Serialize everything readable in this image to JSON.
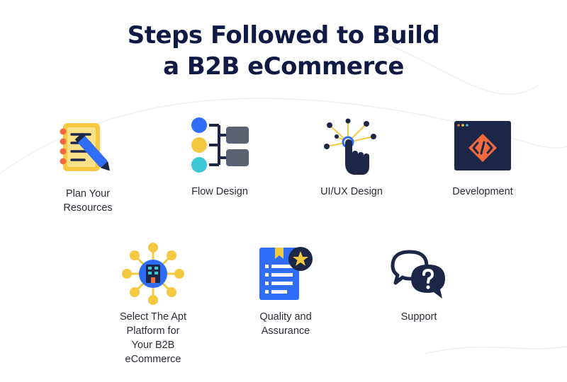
{
  "title": {
    "line1": "Steps Followed to Build",
    "line2": "a B2B eCommerce"
  },
  "steps": [
    {
      "label": "Plan Your\nResources",
      "icon": "notepad-pencil-icon"
    },
    {
      "label": "Flow Design",
      "icon": "flowchart-icon"
    },
    {
      "label": "UI/UX Design",
      "icon": "tap-hand-icon"
    },
    {
      "label": "Development",
      "icon": "code-window-icon"
    },
    {
      "label": "Select The Apt\nPlatform for\nYour B2B\neCommerce",
      "icon": "platform-network-icon"
    },
    {
      "label": "Quality and\nAssurance",
      "icon": "document-star-icon"
    },
    {
      "label": "Support",
      "icon": "chat-question-icon"
    }
  ],
  "colors": {
    "title": "#0f1a45",
    "navy": "#1c2748",
    "yellow": "#f5c842",
    "blue": "#2f6df6",
    "orange": "#f06a3d",
    "teal": "#3cc7d6",
    "gray": "#5b6170"
  }
}
